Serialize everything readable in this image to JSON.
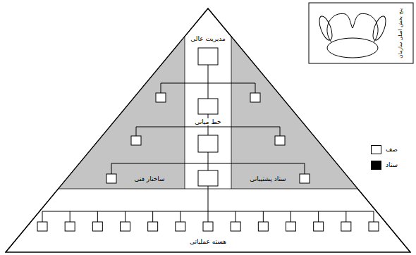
{
  "diagram": {
    "labels": [
      "مدیریت عالی",
      "خط میانی",
      "ساختار فنی",
      "ستاد پشتیبانی",
      "هسته عملیاتی",
      "پنج بخش اصلی سازمان"
    ],
    "legend": [
      {
        "text": "صف",
        "color": "#ffffff"
      },
      {
        "text": "ستاد",
        "color": "#000000"
      }
    ]
  }
}
